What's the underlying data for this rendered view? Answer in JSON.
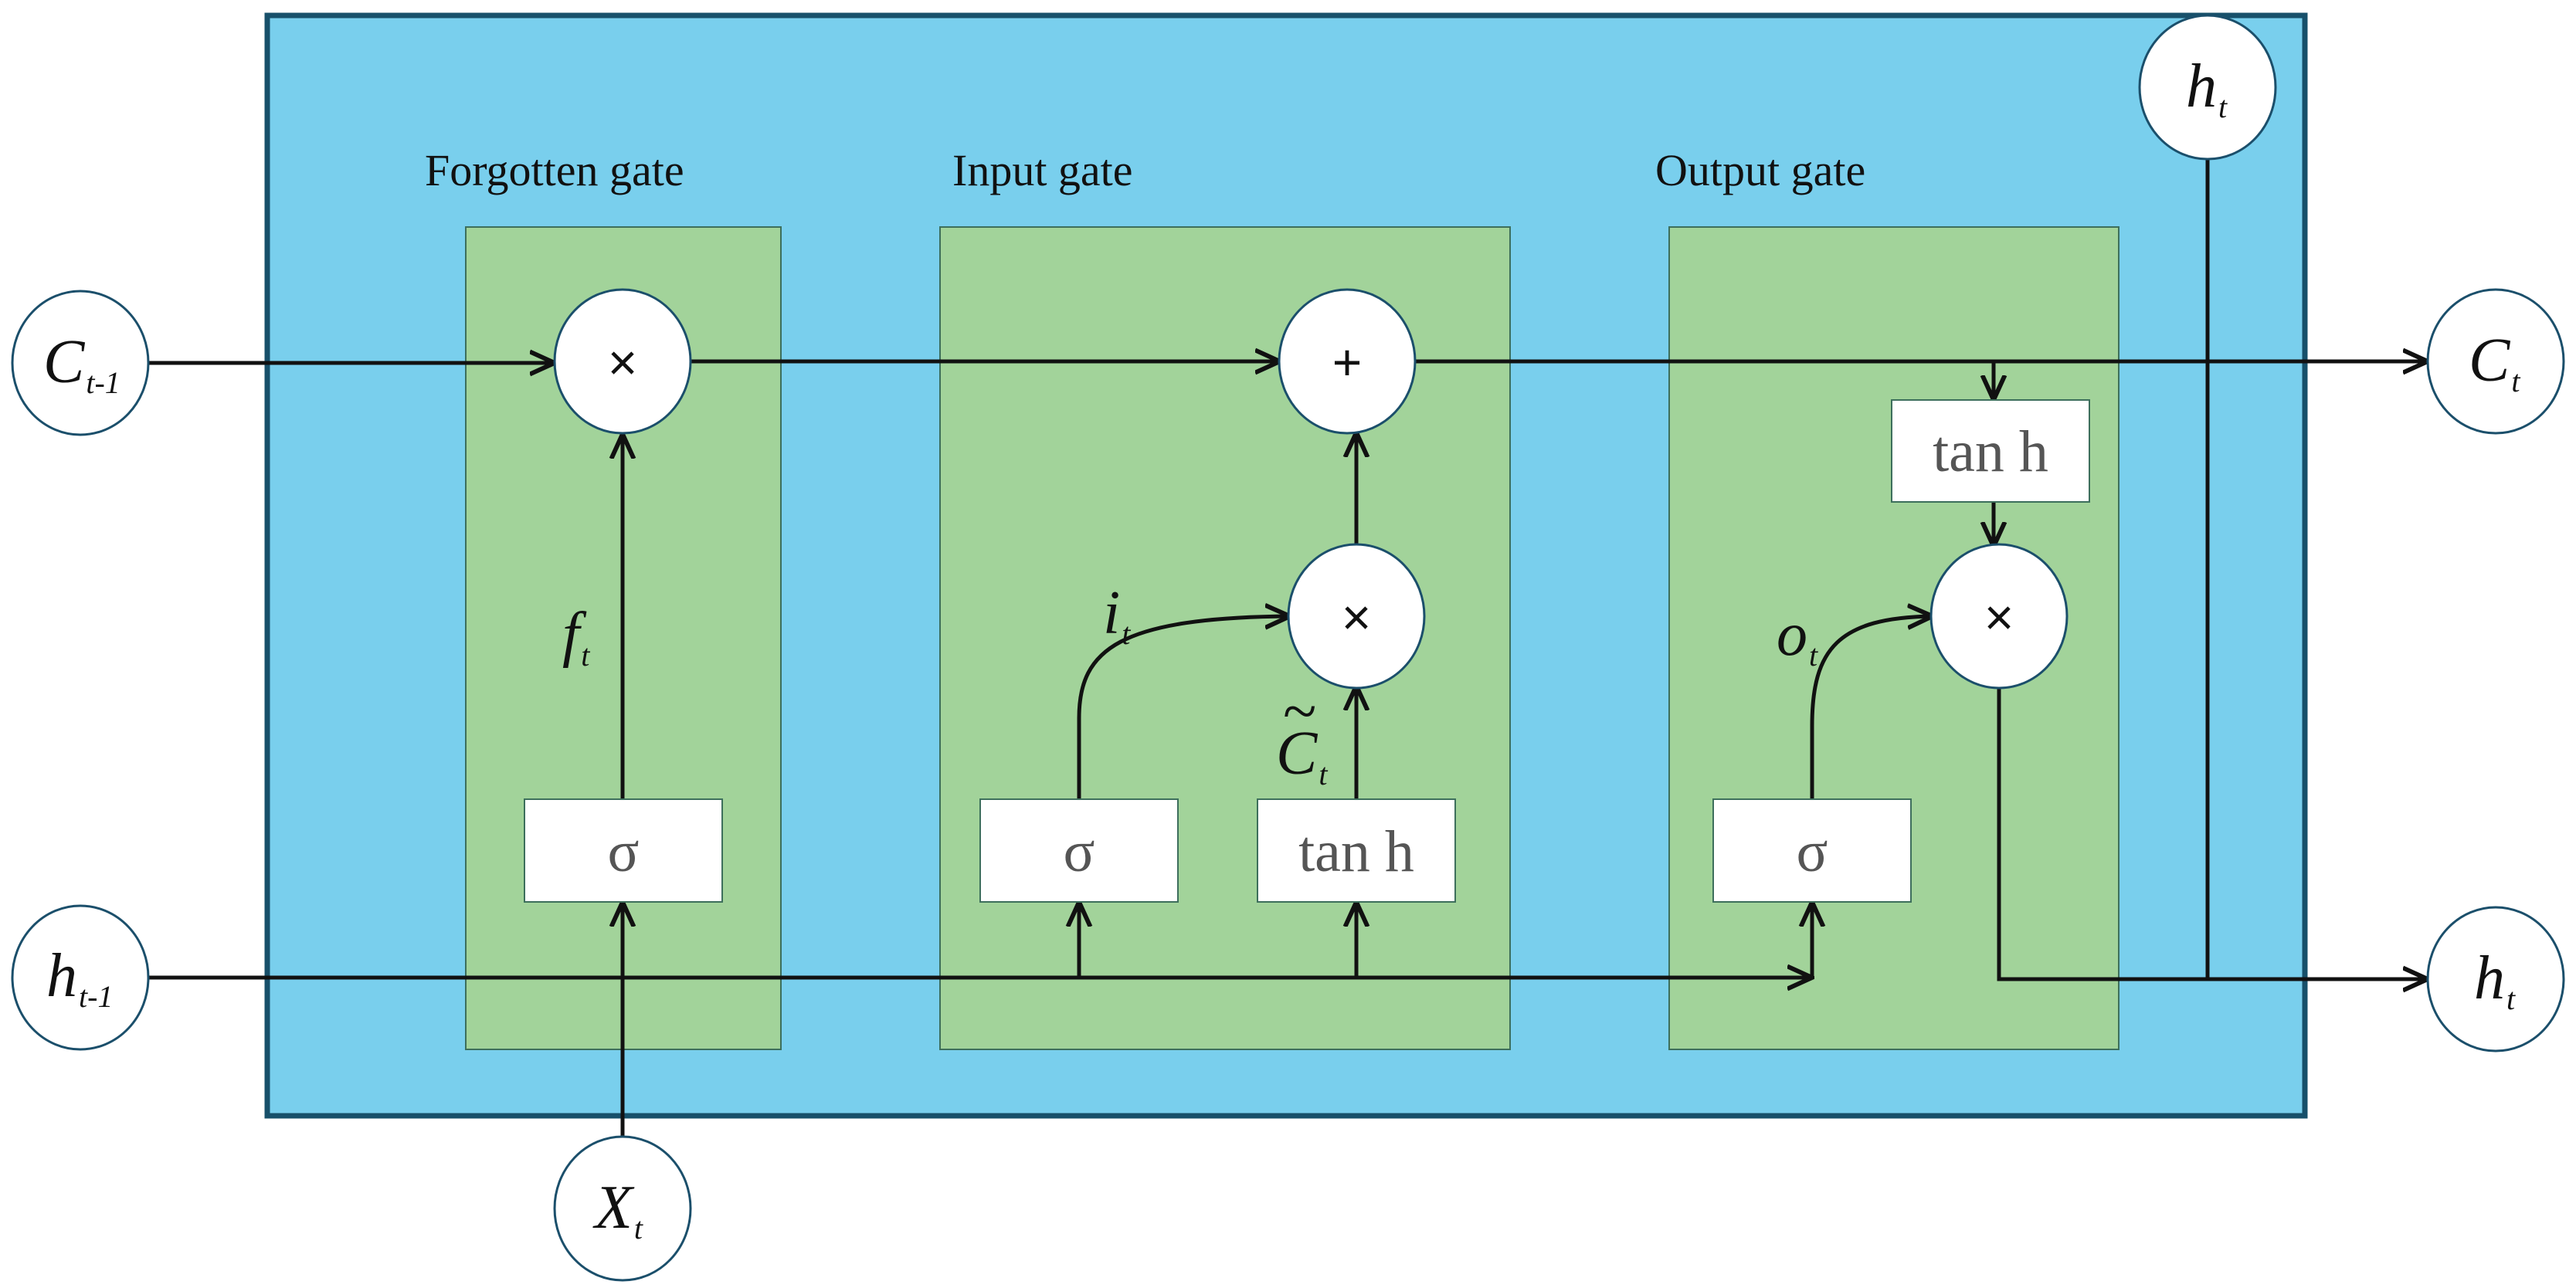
{
  "gates": {
    "forget": "Forgotten gate",
    "input": "Input gate",
    "output": "Output gate"
  },
  "operators": {
    "multiply": "×",
    "add": "+"
  },
  "activations": {
    "sigma": "σ",
    "tanh": "tan h"
  },
  "variables": {
    "c_prev": {
      "base": "C",
      "sub": "t-1"
    },
    "c_next": {
      "base": "C",
      "sub": "t"
    },
    "h_prev": {
      "base": "h",
      "sub": "t-1"
    },
    "h_next": {
      "base": "h",
      "sub": "t"
    },
    "h_top": {
      "base": "h",
      "sub": "t"
    },
    "x": {
      "base": "X",
      "sub": "t"
    },
    "f": {
      "base": "f",
      "sub": "t"
    },
    "i": {
      "base": "i",
      "sub": "t"
    },
    "c_tilde": {
      "base": "C",
      "sub": "t",
      "accent": "~"
    },
    "o": {
      "base": "o",
      "sub": "t"
    }
  },
  "colors": {
    "cell_background": "#79cfed",
    "cell_border": "#17506a",
    "gate_fill": "#a2d39a",
    "node_border": "#1b4f6b",
    "line": "#111111"
  }
}
